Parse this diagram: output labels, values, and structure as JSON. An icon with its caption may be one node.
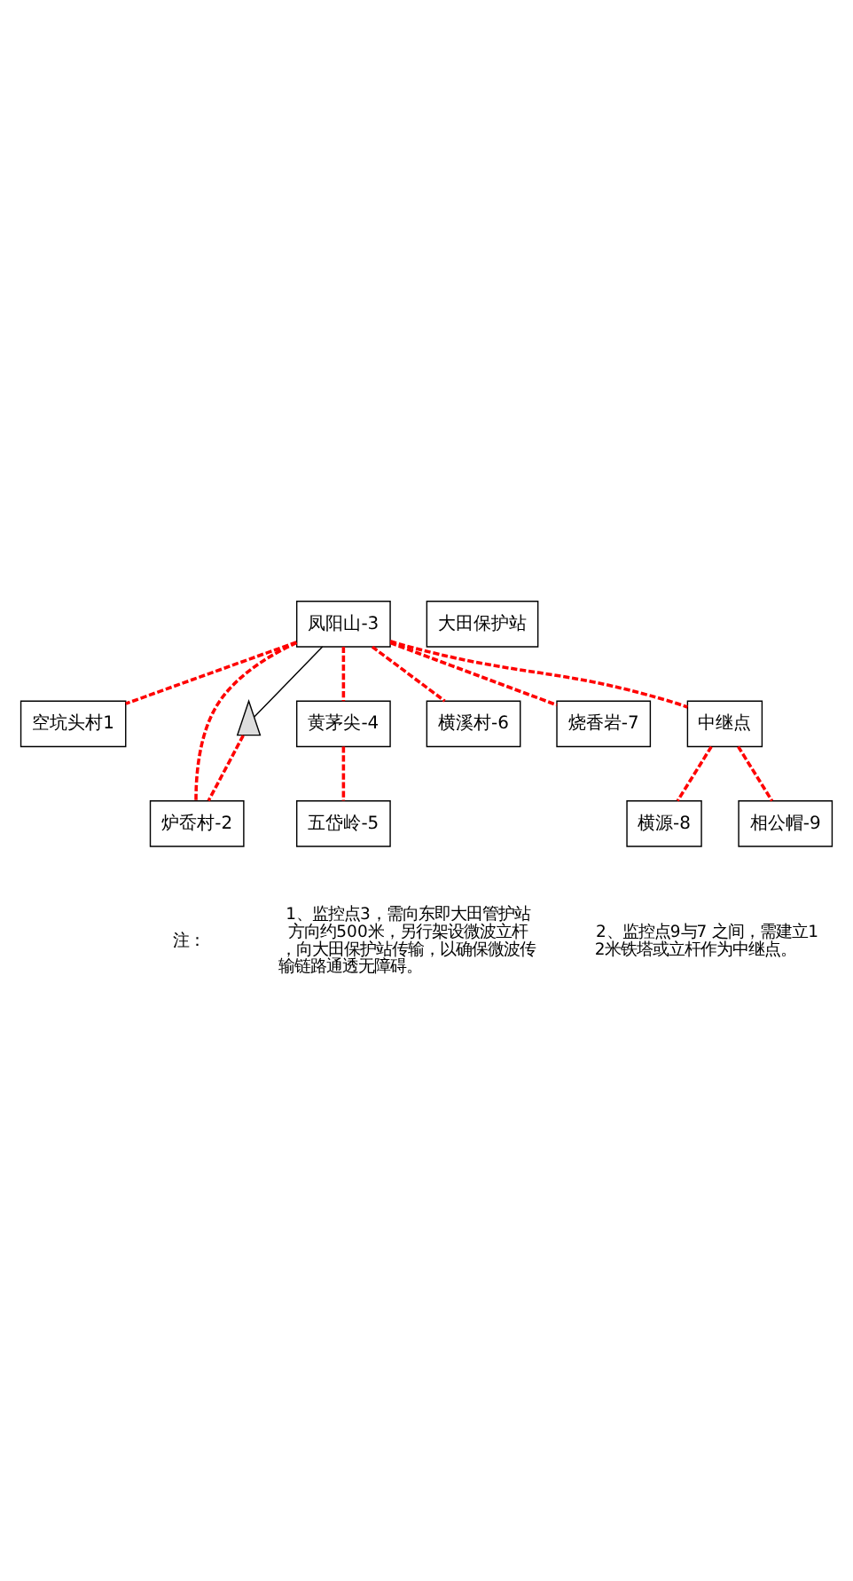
{
  "diagram": {
    "nodes": [
      {
        "text": [
          "空坑头村1"
        ]
      },
      {
        "text": [
          "炉岙村-2"
        ]
      },
      {
        "text": [
          "大田保护站"
        ]
      },
      {
        "text": [
          "凤阳山-3"
        ]
      },
      {
        "text": [],
        "shape": "tower"
      },
      {
        "text": [
          "黄茅尖-4"
        ]
      },
      {
        "text": [
          "五岱岭-5"
        ]
      },
      {
        "text": [
          "横溪村-6"
        ]
      },
      {
        "text": [
          "烧香岩-7"
        ]
      },
      {
        "text": [
          "中继点"
        ]
      },
      {
        "text": [
          "横源-8"
        ]
      },
      {
        "text": [
          "相公帽-9"
        ]
      }
    ],
    "edges": [
      {
        "from": 3,
        "to": 0,
        "arrow": "none",
        "style": "dashed"
      },
      {
        "from": 3,
        "to": 1,
        "arrow": "none",
        "style": "dashed"
      },
      {
        "from": 4,
        "to": 1,
        "arrow": "none",
        "style": "dashed"
      },
      {
        "from": 3,
        "to": 4,
        "arrow": "none",
        "color": "#000000"
      },
      {
        "from": 3,
        "to": 5,
        "arrow": "none",
        "style": "dashed"
      },
      {
        "from": 5,
        "to": 6,
        "arrow": "none",
        "style": "dashed"
      },
      {
        "from": 3,
        "to": 7,
        "arrow": "none",
        "style": "dashed"
      },
      {
        "from": 3,
        "to": 8,
        "arrow": "none",
        "style": "dashed"
      },
      {
        "from": 3,
        "to": 9,
        "arrow": "none",
        "style": "dashed"
      },
      {
        "from": 9,
        "to": 10,
        "arrow": "none",
        "style": "dashed"
      },
      {
        "from": 9,
        "to": 11,
        "arrow": "none",
        "style": "dashed"
      }
    ],
    "labels": [
      "注：",
      "1、监控点3，需向东即大田管护站方向约500米，另行架设微波立杆，向大田保护站传输，以确保微波传输链路通透无障碍。",
      "2、监控点9与7 之间，需建立12米铁塔或立杆作为中继点。"
    ]
  }
}
